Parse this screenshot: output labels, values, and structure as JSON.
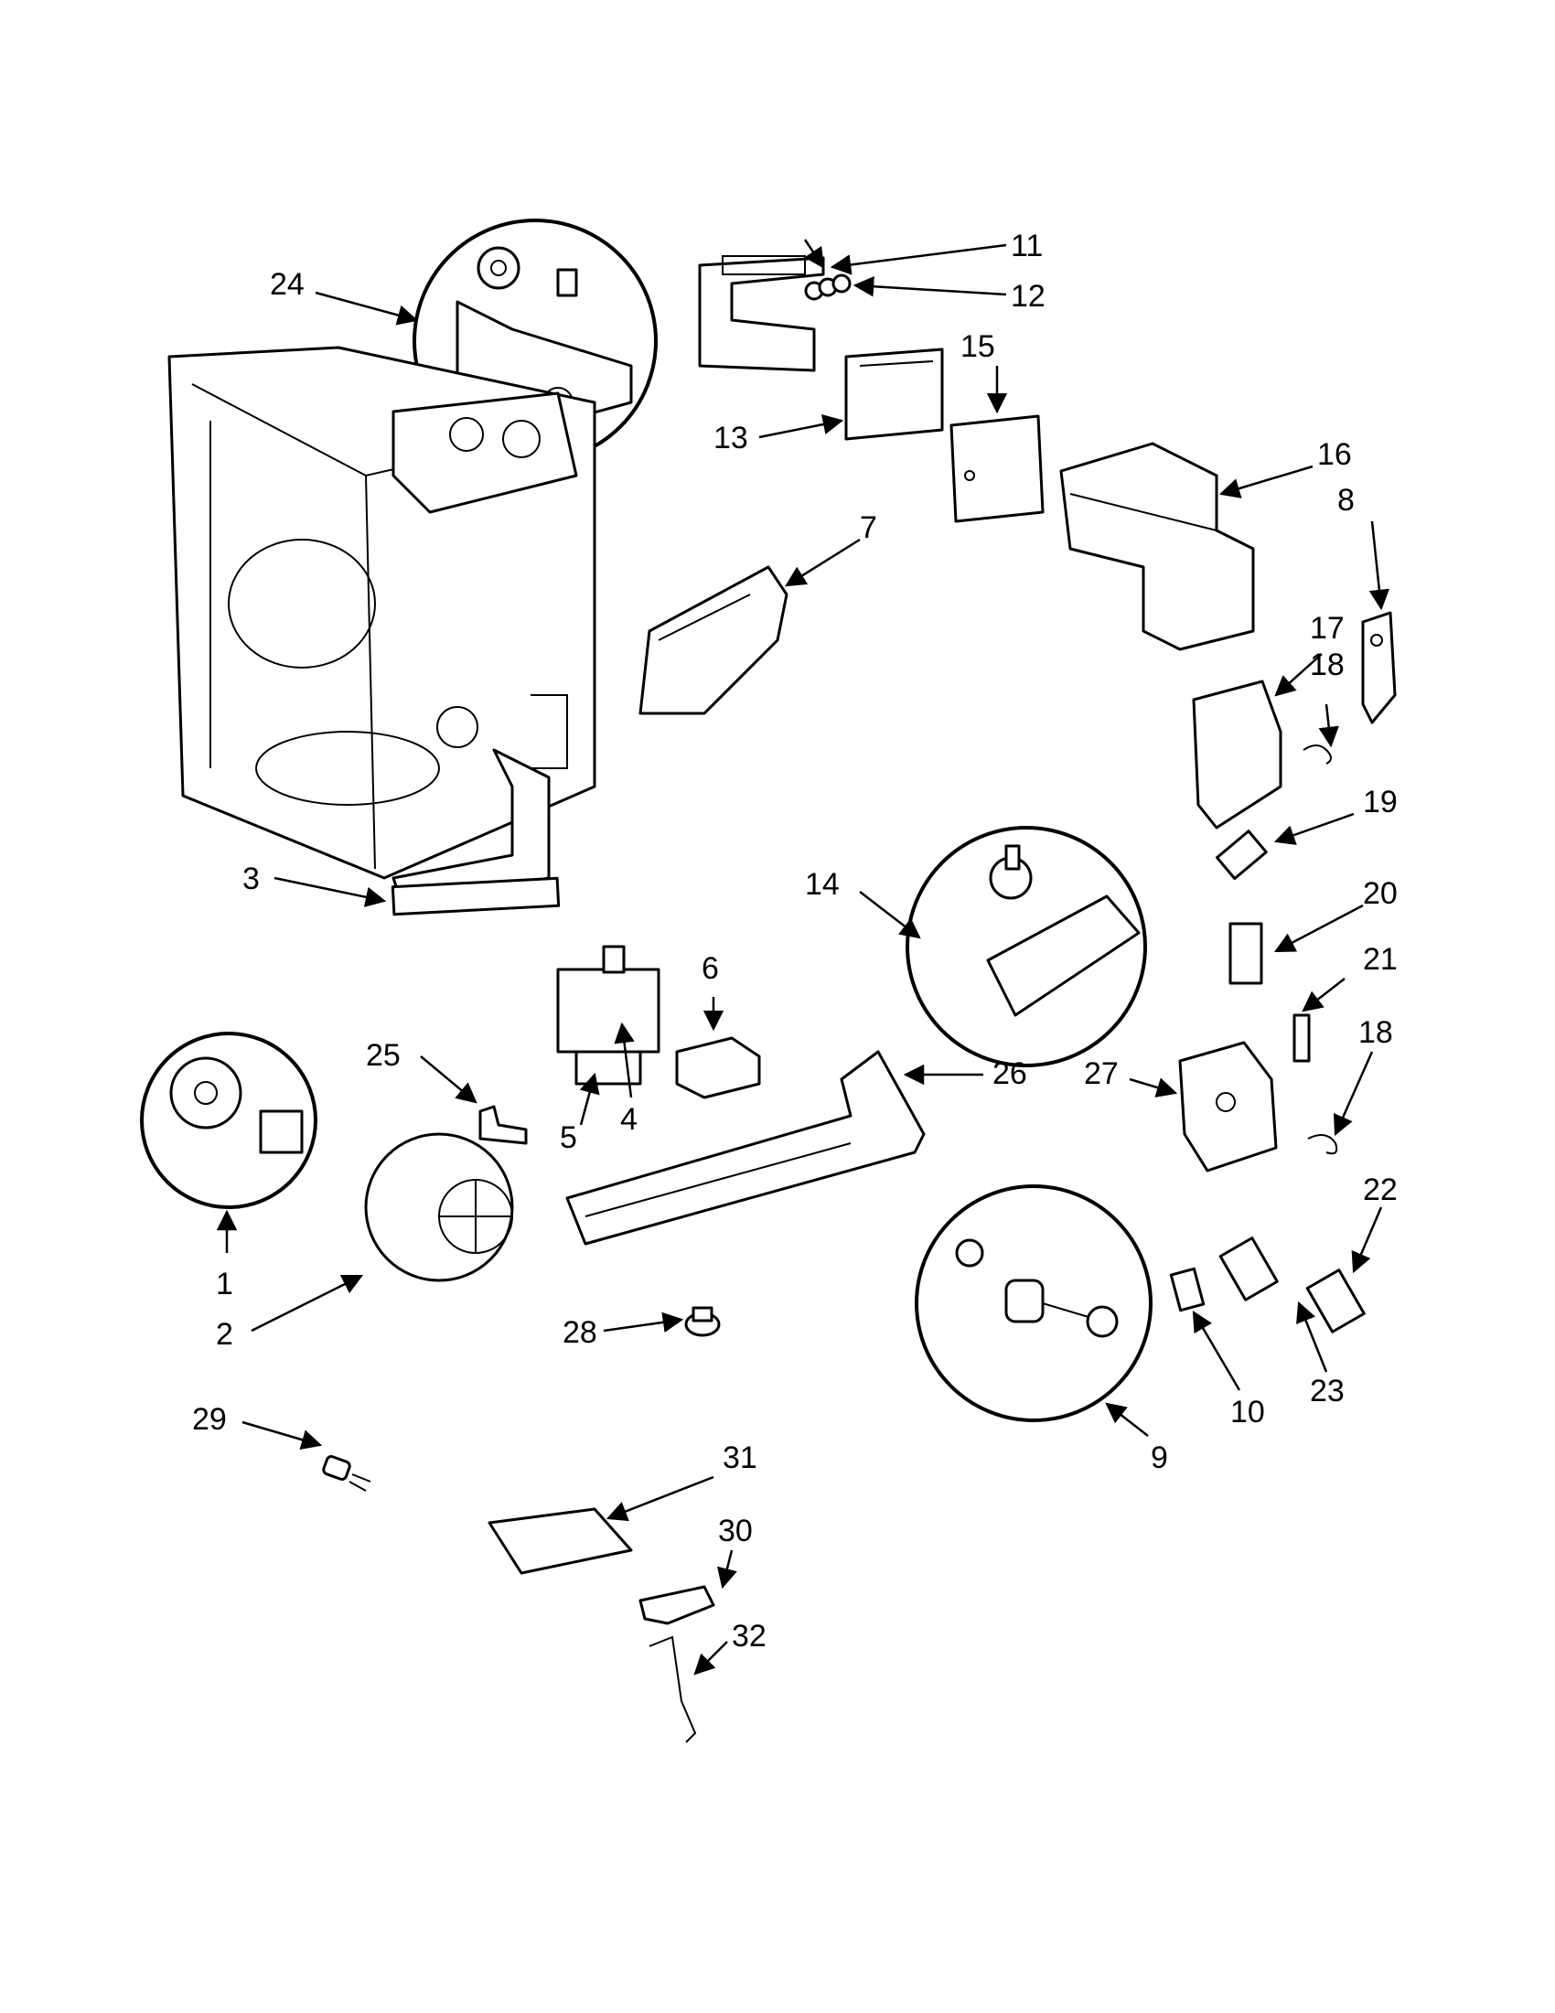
{
  "callouts": [
    "1",
    "2",
    "3",
    "4",
    "5",
    "6",
    "7",
    "8",
    "9",
    "10",
    "11",
    "12",
    "13",
    "14",
    "15",
    "16",
    "17",
    "18",
    "18",
    "19",
    "20",
    "21",
    "22",
    "23",
    "24",
    "25",
    "26",
    "27",
    "28",
    "29",
    "30",
    "31",
    "32"
  ]
}
